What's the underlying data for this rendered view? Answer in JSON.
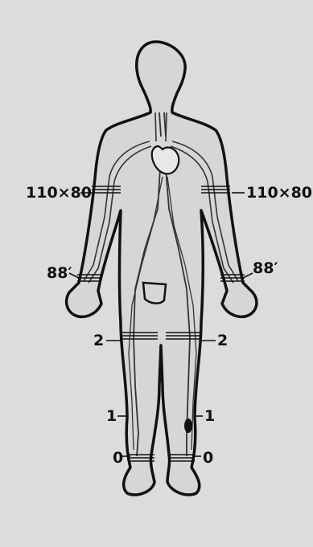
{
  "labels": {
    "bp_left": "110×80",
    "bp_right": "110×80",
    "pulse_left": "88′",
    "pulse_right": "88′",
    "thigh_left": "2",
    "thigh_right": "2",
    "calf_left": "1",
    "calf_right": "1",
    "ankle_left": "0",
    "ankle_right": "0"
  },
  "colors": {
    "background": "#dcdcda",
    "outline": "#111111",
    "vessel": "#333333"
  }
}
